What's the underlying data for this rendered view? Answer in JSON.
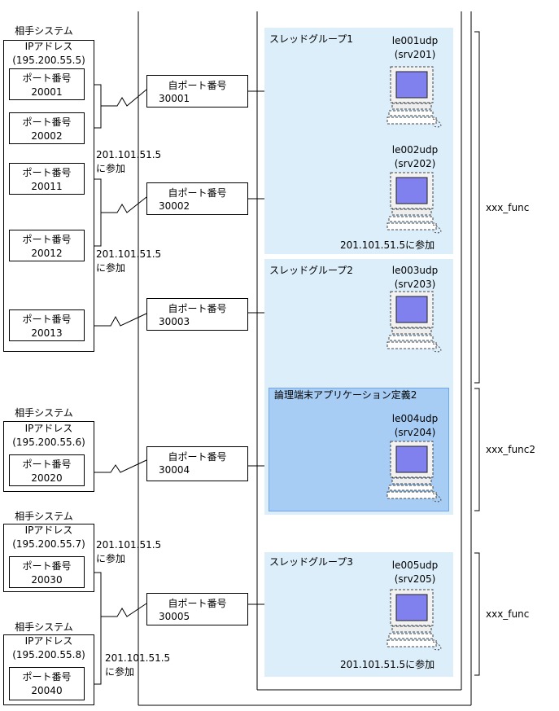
{
  "remote_systems": [
    {
      "title": "相手システム",
      "ip_label": "IPアドレス",
      "ip": "(195.200.55.5)",
      "ports": [
        {
          "label": "ポート番号",
          "number": "20001"
        },
        {
          "label": "ポート番号",
          "number": "20002"
        },
        {
          "label": "ポート番号",
          "number": "20011"
        },
        {
          "label": "ポート番号",
          "number": "20012"
        },
        {
          "label": "ポート番号",
          "number": "20013"
        }
      ]
    },
    {
      "title": "相手システム",
      "ip_label": "IPアドレス",
      "ip": "(195.200.55.6)",
      "ports": [
        {
          "label": "ポート番号",
          "number": "20020"
        }
      ]
    },
    {
      "title": "相手システム",
      "ip_label": "IPアドレス",
      "ip": "(195.200.55.7)",
      "ports": [
        {
          "label": "ポート番号",
          "number": "20030"
        }
      ]
    },
    {
      "title": "相手システム",
      "ip_label": "IPアドレス",
      "ip": "(195.200.55.8)",
      "ports": [
        {
          "label": "ポート番号",
          "number": "20040"
        }
      ]
    }
  ],
  "own_ports": [
    {
      "label": "自ポート番号",
      "number": "30001"
    },
    {
      "label": "自ポート番号",
      "number": "30002"
    },
    {
      "label": "自ポート番号",
      "number": "30003"
    },
    {
      "label": "自ポート番号",
      "number": "30004"
    },
    {
      "label": "自ポート番号",
      "number": "30005"
    }
  ],
  "multicast_labels": [
    {
      "addr": "201.101.51.5",
      "join": "に参加"
    },
    {
      "addr": "201.101.51.5",
      "join": "に参加"
    },
    {
      "addr": "201.101.51.5",
      "join": "に参加"
    },
    {
      "addr": "201.101.51.5",
      "join": "に参加"
    }
  ],
  "groups": [
    {
      "title": "スレッドグループ1",
      "join_note": "201.101.51.5に参加"
    },
    {
      "title": "スレッドグループ2"
    },
    {
      "title": "論理端末アプリケーション定義2"
    },
    {
      "title": "スレッドグループ3",
      "join_note": "201.101.51.5に参加"
    }
  ],
  "terminals": [
    {
      "name": "le001udp",
      "server": "(srv201)"
    },
    {
      "name": "le002udp",
      "server": "(srv202)"
    },
    {
      "name": "le003udp",
      "server": "(srv203)"
    },
    {
      "name": "le004udp",
      "server": "(srv204)"
    },
    {
      "name": "le005udp",
      "server": "(srv205)"
    }
  ],
  "funcs": [
    "xxx_func",
    "xxx_func2",
    "xxx_func"
  ],
  "colors": {
    "zone": "#ddeefb",
    "zone_highlight": "#a7cdf5",
    "screen": "#8080ee"
  }
}
